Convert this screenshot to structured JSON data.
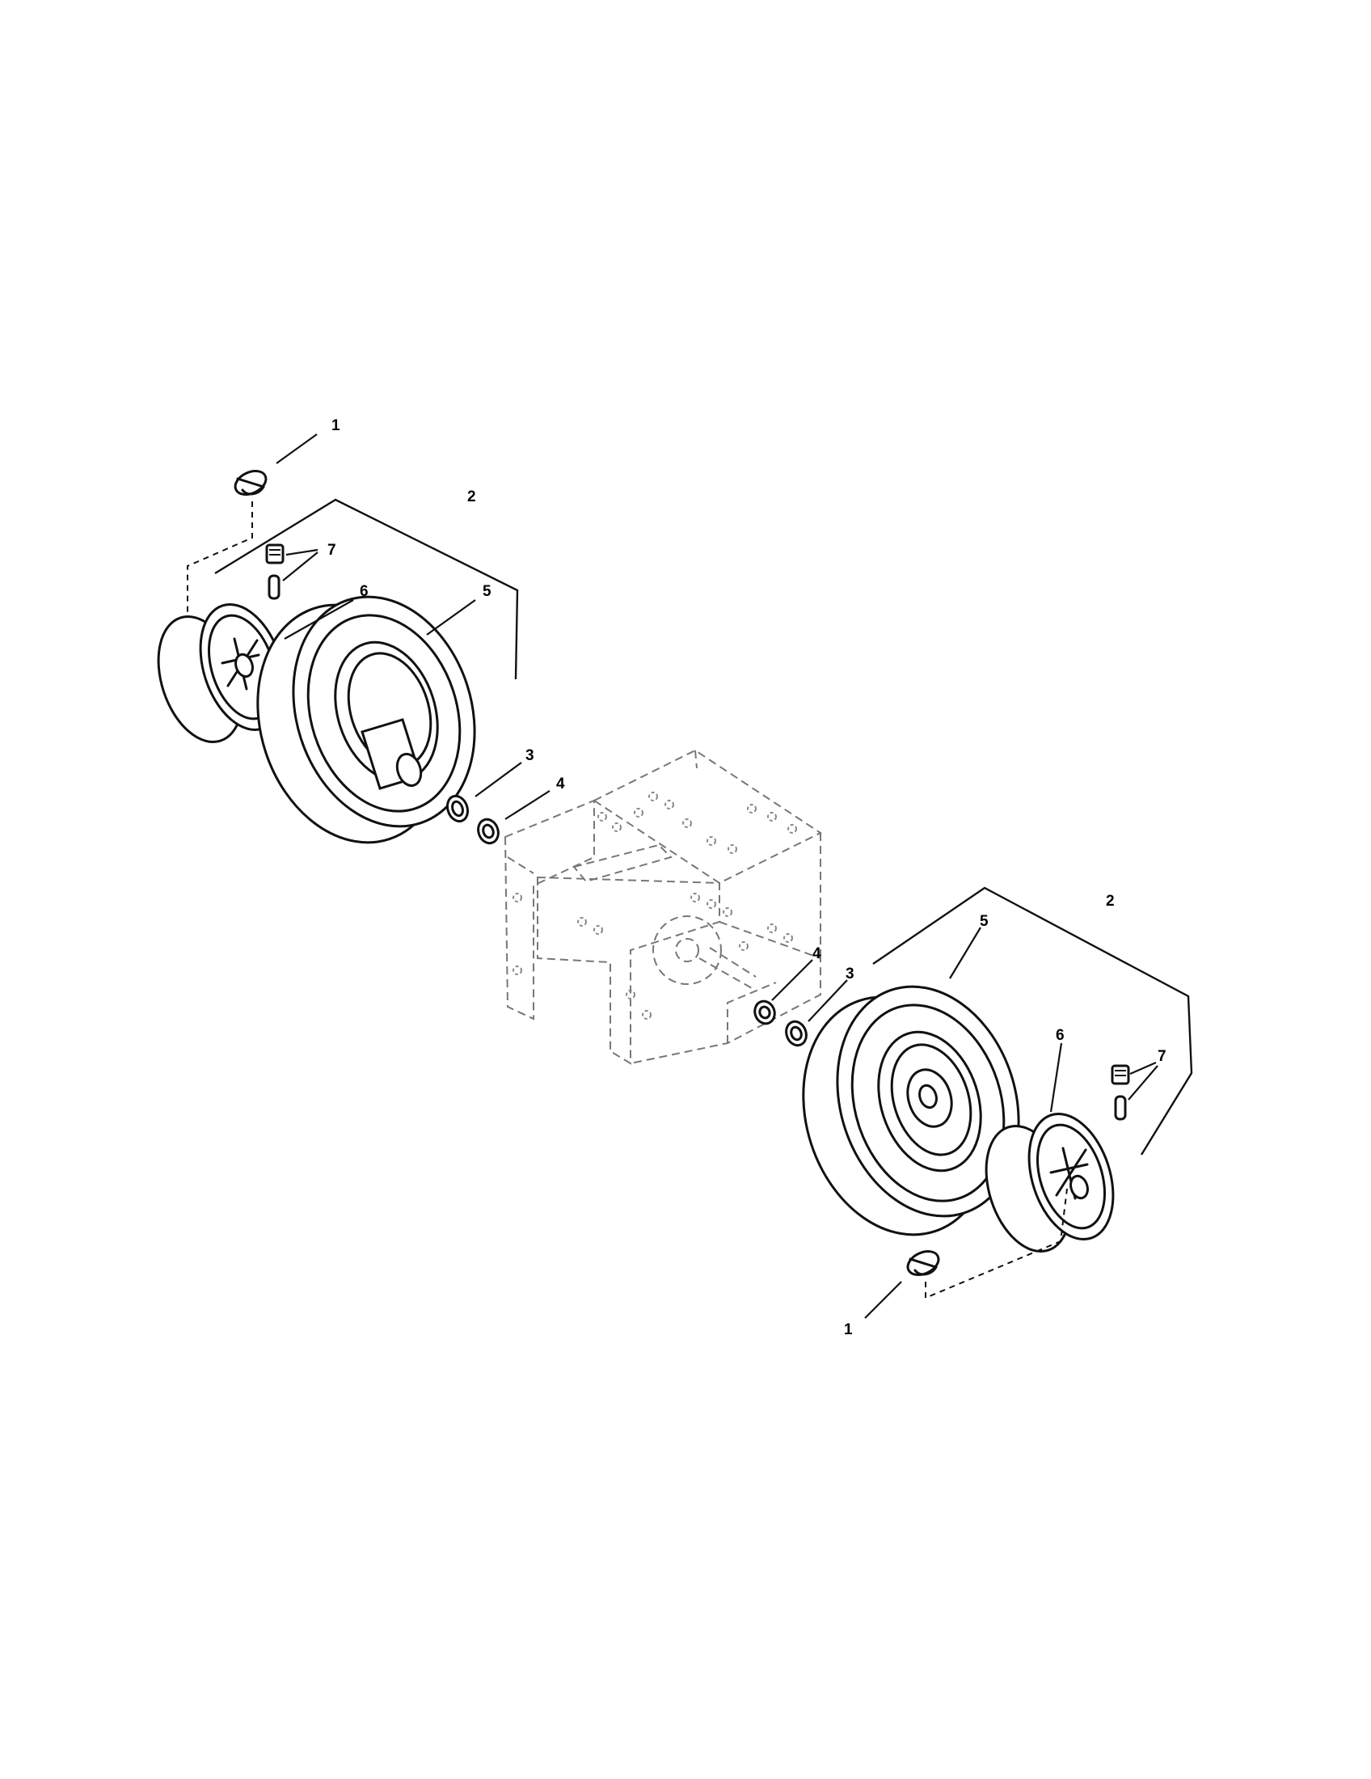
{
  "callouts": {
    "left": {
      "lock_pin": "1",
      "wheel_assembly": "2",
      "spacer_3": "3",
      "washer_4": "4",
      "tire": "5",
      "rim_half": "6",
      "valve_stem": "7"
    },
    "right": {
      "lock_pin": "1",
      "wheel_assembly": "2",
      "spacer_3": "3",
      "washer_4": "4",
      "tire": "5",
      "rim_half": "6",
      "valve_stem": "7"
    }
  }
}
